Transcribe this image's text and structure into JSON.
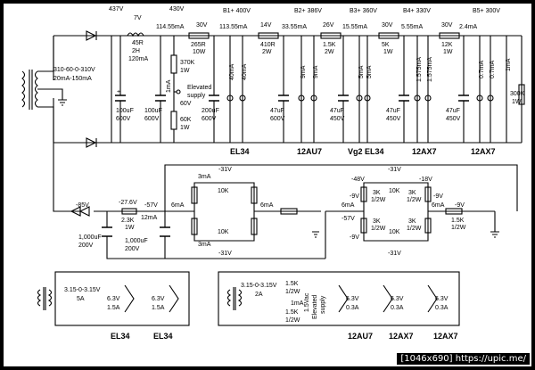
{
  "top": {
    "voltages": [
      "437V",
      "430V",
      "B1+ 400V",
      "B2+ 386V",
      "B3+ 360V",
      "B4+ 330V",
      "B5+ 300V"
    ],
    "choke": [
      "7V",
      "45R",
      "2H",
      "120mA"
    ],
    "currents": [
      "114.55mA",
      "113.55mA",
      "33.55mA",
      "15.55mA",
      "5.55mA",
      "2.4mA"
    ],
    "res_series": [
      [
        "30V",
        "265R",
        "10W"
      ],
      [
        "14V",
        "410R",
        "2W"
      ],
      [
        "26V",
        "1.5K",
        "2W"
      ],
      [
        "30V",
        "5K",
        "1W"
      ],
      [
        "30V",
        "12K",
        "1W"
      ]
    ],
    "transformer": [
      "310-60-0-310V",
      "20mA-150mA"
    ],
    "bleed": [
      "370K",
      "1W"
    ],
    "bleed2": [
      "60K",
      "1W"
    ],
    "bleed_v": "60V",
    "elevated": [
      "Elevated",
      "supply"
    ],
    "caps": [
      [
        "100uF",
        "600V"
      ],
      [
        "100uF",
        "600V"
      ],
      [
        "200uF",
        "600V"
      ],
      [
        "47uF",
        "600V"
      ],
      [
        "47uF",
        "450V"
      ],
      [
        "47uF",
        "450V"
      ],
      [
        "47uF",
        "450V"
      ]
    ],
    "tap_currents": [
      "1mA",
      "40mA",
      "40mA",
      "9mA",
      "9mA",
      "5mA",
      "5mA",
      "1.575mA",
      "1.575mA",
      "0.7mA",
      "0.7mA",
      "1mA"
    ],
    "load": [
      "300K",
      "1W"
    ],
    "tubes": [
      "EL34",
      "12AU7",
      "Vg2 EL34",
      "12AX7",
      "12AX7"
    ]
  },
  "bias": {
    "v_in": "-85V",
    "r1": [
      "-27.6V",
      "2.3K",
      "1W"
    ],
    "v57": "-57V",
    "i12": "12mA",
    "cap1": [
      "1,000uF",
      "200V"
    ],
    "cap2": [
      "1,000uF",
      "200V"
    ],
    "left_bridge": [
      "3mA",
      "-31V",
      "10K",
      "6mA",
      "6mA",
      "10K",
      "3mA",
      "-31V"
    ],
    "right_bridge": [
      "6mA",
      "-57V",
      "-48V",
      "-31V",
      "10K",
      "-18V",
      "-9V",
      "3K",
      "1/2W",
      "3K",
      "1/2W",
      "-9V",
      "6mA",
      "3K",
      "1/2W",
      "3K",
      "1/2W",
      "10K",
      "-9V",
      "-31V"
    ],
    "out": [
      "-9V",
      "1.5K",
      "1/2W"
    ]
  },
  "heaters": {
    "left": {
      "tf": [
        "3.15-0-3.15V",
        "5A"
      ],
      "a": [
        "6.3V",
        "1.5A"
      ],
      "b": [
        "6.3V",
        "1.5A"
      ],
      "tubes": [
        "EL34",
        "EL34"
      ]
    },
    "right": {
      "tf": [
        "3.15-0-3.15V",
        "2A"
      ],
      "r": [
        "1.5K",
        "1/2W",
        "1mA",
        "1.5K",
        "1/2W"
      ],
      "sup": [
        "1.5Vac",
        "Elevated",
        "supply"
      ],
      "h": [
        [
          "6.3V",
          "0.3A"
        ],
        [
          "6.3V",
          "0.3A"
        ],
        [
          "6.3V",
          "0.3A"
        ]
      ],
      "tubes": [
        "12AU7",
        "12AX7",
        "12AX7"
      ]
    }
  },
  "watermark": "[1046x690] https://upic.me/"
}
